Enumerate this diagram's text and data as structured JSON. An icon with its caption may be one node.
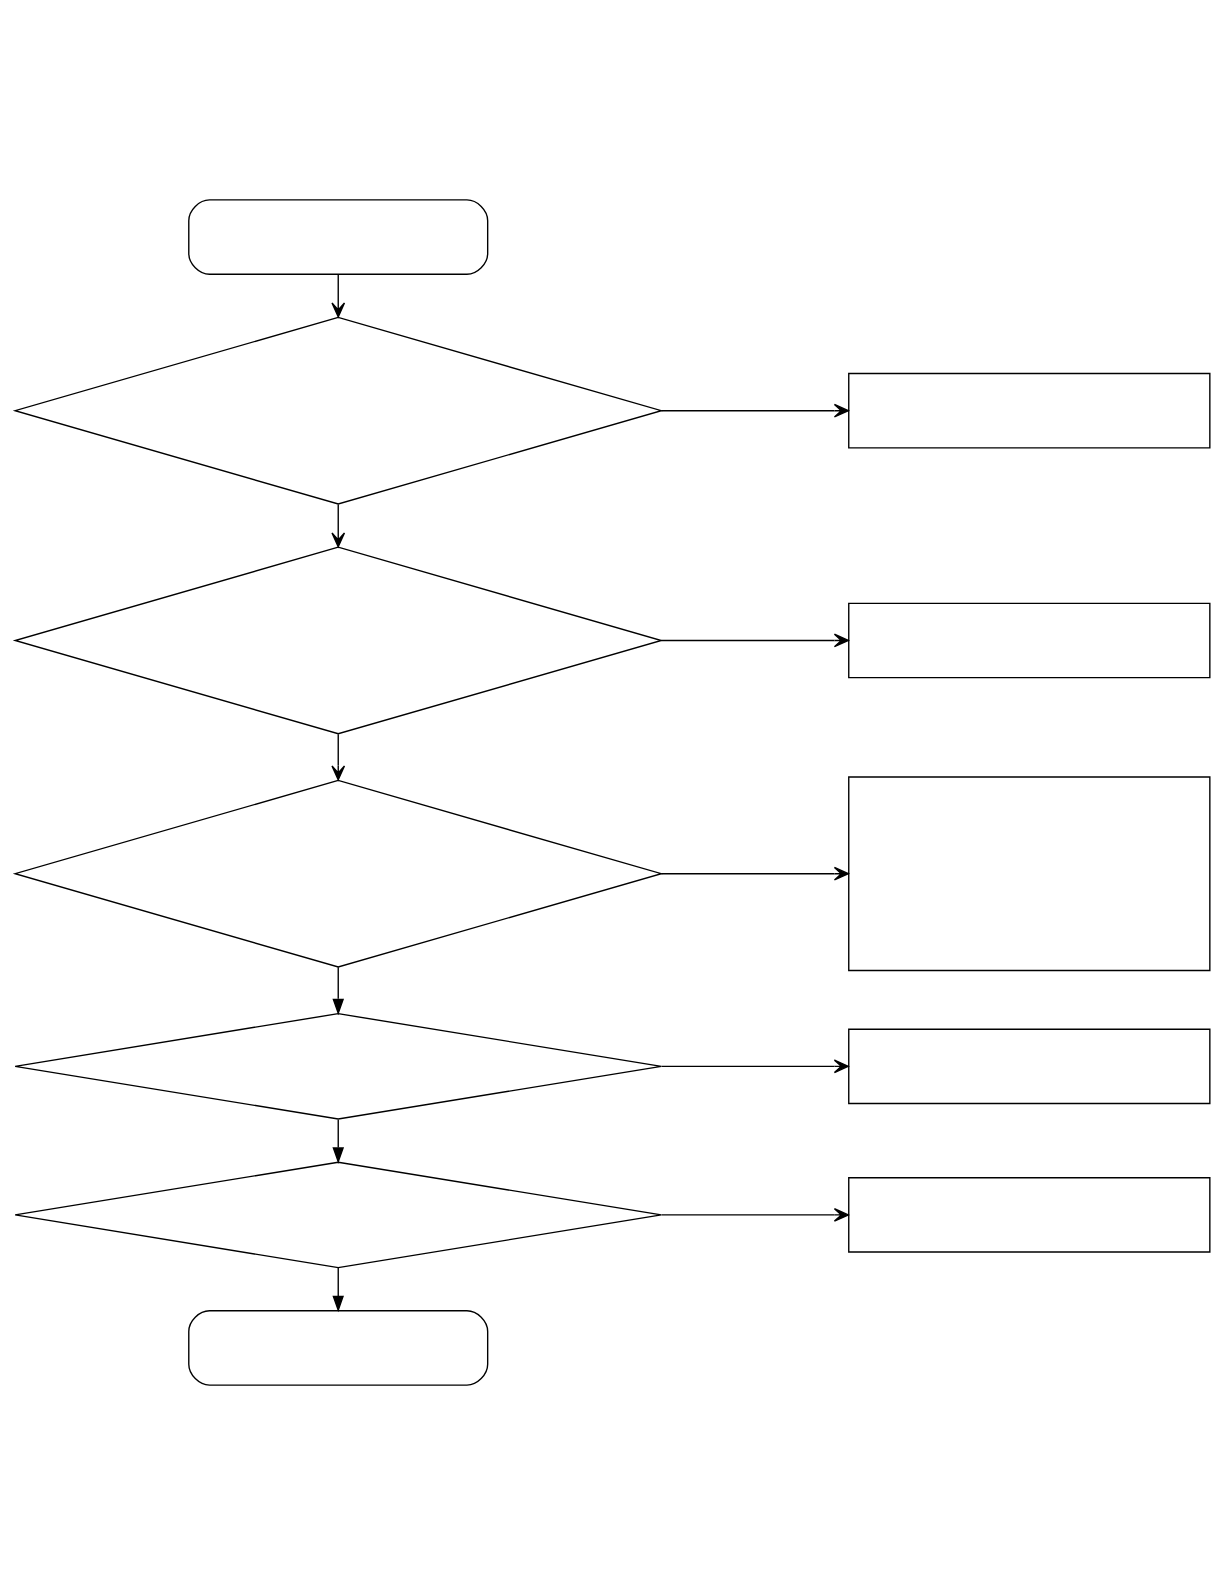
{
  "diagram": {
    "nodes": [
      {
        "text": [],
        "shape": "rounded"
      },
      {
        "text": [],
        "shape": "diamond"
      },
      {
        "text": [],
        "shape": "box"
      },
      {
        "text": [],
        "shape": "diamond"
      },
      {
        "text": [],
        "shape": "box"
      },
      {
        "text": [],
        "shape": "diamond"
      },
      {
        "text": [],
        "shape": "box"
      },
      {
        "text": [],
        "shape": "diamond"
      },
      {
        "text": [],
        "shape": "box"
      },
      {
        "text": [],
        "shape": "diamond"
      },
      {
        "text": [],
        "shape": "box"
      },
      {
        "text": [],
        "shape": "rounded"
      }
    ],
    "edges": [
      {
        "from": 0,
        "to": 1,
        "arrow": "to"
      },
      {
        "from": 1,
        "to": 2,
        "arrow": "to"
      },
      {
        "from": 1,
        "to": 3,
        "arrow": "to"
      },
      {
        "from": 3,
        "to": 4,
        "arrow": "to"
      },
      {
        "from": 3,
        "to": 5,
        "arrow": "to"
      },
      {
        "from": 5,
        "to": 6,
        "arrow": "to"
      },
      {
        "from": 5,
        "to": 7,
        "arrow": "to"
      },
      {
        "from": 7,
        "to": 8,
        "arrow": "to"
      },
      {
        "from": 7,
        "to": 9,
        "arrow": "to"
      },
      {
        "from": 9,
        "to": 10,
        "arrow": "to"
      },
      {
        "from": 9,
        "to": 11,
        "arrow": "to"
      }
    ]
  }
}
